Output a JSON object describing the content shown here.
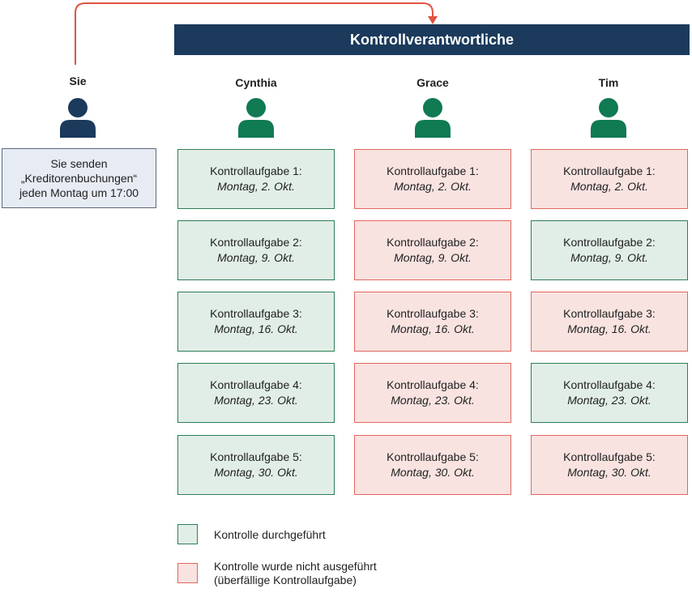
{
  "header": {
    "title": "Kontrollverantwortliche"
  },
  "sender": {
    "name": "Sie",
    "lines": [
      "Sie senden",
      "„Kreditorenbuchungen“",
      "jeden Montag um 17:00"
    ]
  },
  "colors": {
    "header_bg": "#1b3a5c",
    "sender_icon": "#1b3a5c",
    "owner_icon": "#107a52",
    "done_fill": "#e1eee7",
    "done_border": "#2e7d57",
    "overdue_fill": "#f8e3e1",
    "overdue_border": "#e0675d",
    "arrow": "#e0533f"
  },
  "owners": [
    {
      "name": "Cynthia",
      "tasks": [
        {
          "label": "Kontrollaufgabe 1:",
          "date": "Montag, 2. Okt.",
          "status": "done"
        },
        {
          "label": "Kontrollaufgabe 2:",
          "date": "Montag, 9. Okt.",
          "status": "done"
        },
        {
          "label": "Kontrollaufgabe 3:",
          "date": "Montag, 16. Okt.",
          "status": "done"
        },
        {
          "label": "Kontrollaufgabe 4:",
          "date": "Montag, 23. Okt.",
          "status": "done"
        },
        {
          "label": "Kontrollaufgabe 5:",
          "date": "Montag, 30. Okt.",
          "status": "done"
        }
      ]
    },
    {
      "name": "Grace",
      "tasks": [
        {
          "label": "Kontrollaufgabe 1:",
          "date": "Montag, 2. Okt.",
          "status": "overdue"
        },
        {
          "label": "Kontrollaufgabe 2:",
          "date": "Montag, 9. Okt.",
          "status": "overdue"
        },
        {
          "label": "Kontrollaufgabe 3:",
          "date": "Montag, 16. Okt.",
          "status": "overdue"
        },
        {
          "label": "Kontrollaufgabe 4:",
          "date": "Montag, 23. Okt.",
          "status": "overdue"
        },
        {
          "label": "Kontrollaufgabe 5:",
          "date": "Montag, 30. Okt.",
          "status": "overdue"
        }
      ]
    },
    {
      "name": "Tim",
      "tasks": [
        {
          "label": "Kontrollaufgabe 1:",
          "date": "Montag, 2. Okt.",
          "status": "overdue"
        },
        {
          "label": "Kontrollaufgabe 2:",
          "date": "Montag, 9. Okt.",
          "status": "done"
        },
        {
          "label": "Kontrollaufgabe 3:",
          "date": "Montag, 16. Okt.",
          "status": "overdue"
        },
        {
          "label": "Kontrollaufgabe 4:",
          "date": "Montag, 23. Okt.",
          "status": "done"
        },
        {
          "label": "Kontrollaufgabe 5:",
          "date": "Montag, 30. Okt.",
          "status": "overdue"
        }
      ]
    }
  ],
  "legend": {
    "done": {
      "lines": [
        "Kontrolle durchgeführt"
      ]
    },
    "overdue": {
      "lines": [
        "Kontrolle wurde nicht ausgeführt",
        "(überfällige Kontrollaufgabe)"
      ]
    }
  }
}
